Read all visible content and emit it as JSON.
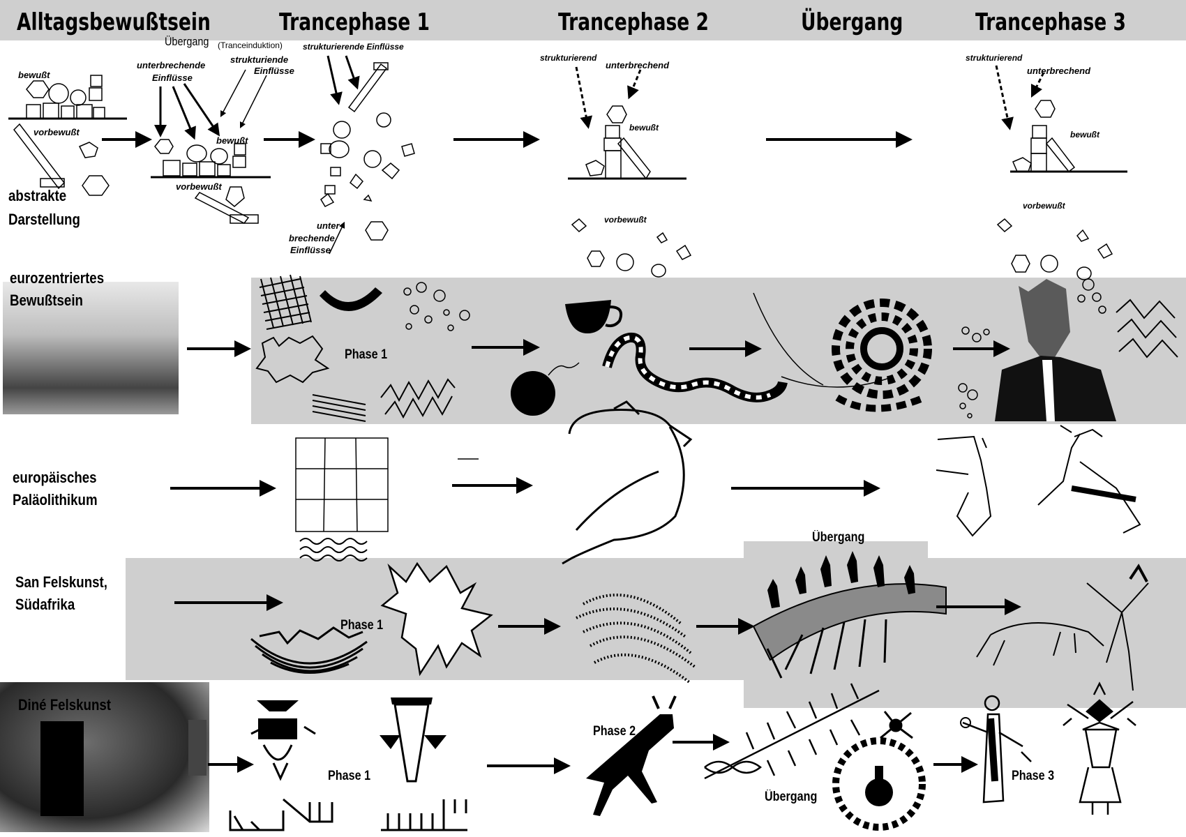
{
  "header": {
    "columns": [
      "Alltagsbewußtsein",
      "Trancephase 1",
      "Trancephase 2",
      "Übergang",
      "Trancephase 3"
    ]
  },
  "rows": {
    "abstract": [
      "abstrakte",
      "Darstellung"
    ],
    "eurocentric": [
      "eurozentriertes",
      "Bewußtsein"
    ],
    "paleolithic": [
      "europäisches",
      "Paläolithikum"
    ],
    "san": [
      "San Felskunst,",
      "Südafrika"
    ],
    "dine": "Diné Felskunst"
  },
  "annotations": {
    "bewusst": "bewußt",
    "vorbewusst": "vorbewußt",
    "uebergang_title": "Übergang",
    "tranceinduktion": "(Tranceinduktion)",
    "unterbrechende": "unterbrechende",
    "einfluesse": "Einflüsse",
    "strukturiende": "strukturiende",
    "strukturierende_einfluesse": "strukturierende Einflüsse",
    "unter": "unter",
    "brechende": "brechende",
    "strukturierend": "strukturierend",
    "unterbrechend": "unterbrechend"
  },
  "phases": {
    "phase1": "Phase 1",
    "phase2": "Phase 2",
    "phase3": "Phase 3",
    "uebergang": "Übergang"
  }
}
